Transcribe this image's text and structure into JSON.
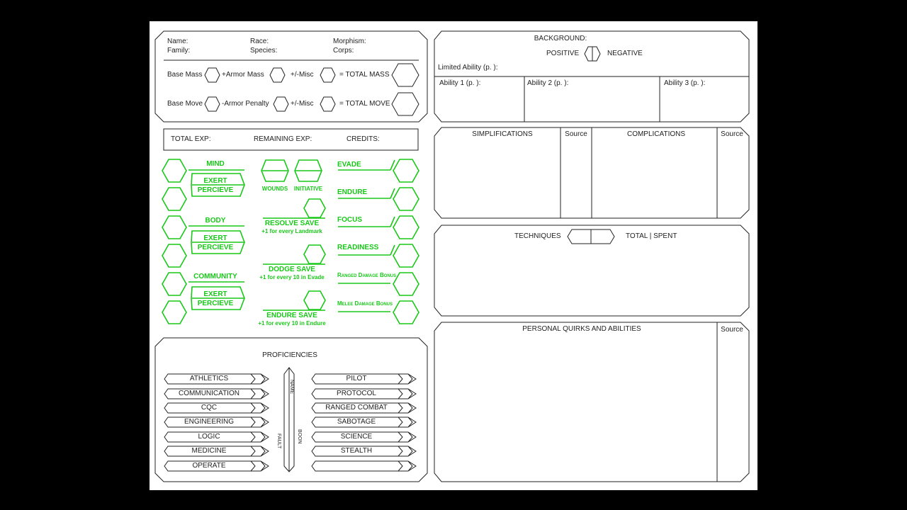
{
  "identity": {
    "name": "Name:",
    "family": "Family:",
    "race": "Race:",
    "species": "Species:",
    "morphism": "Morphism:",
    "corps": "Corps:"
  },
  "mass_row": {
    "base": "Base Mass",
    "armor": "+Armor Mass",
    "misc": "+/-Misc",
    "total": "= TOTAL MASS"
  },
  "move_row": {
    "base": "Base Move",
    "armor": "-Armor Penalty",
    "misc": "+/-Misc",
    "total": "= TOTAL MOVE"
  },
  "exp_bar": {
    "total": "TOTAL EXP:",
    "remaining": "REMAINING EXP:",
    "credits": "CREDITS:"
  },
  "attributes": {
    "mind": "MIND",
    "body": "BODY",
    "community": "COMMUNITY",
    "exert": "EXERT",
    "percieve": "PERCIEVE"
  },
  "center": {
    "wounds": "WOUNDS",
    "initiative": "INITIATIVE",
    "resolve_save": "RESOLVE SAVE",
    "resolve_note": "+1 for every Landmark",
    "dodge_save": "DODGE SAVE",
    "dodge_note": "+1 for every 10 in Evade",
    "endure_save": "ENDURE SAVE",
    "endure_note": "+1 for every 10 in Endure"
  },
  "right_stats": {
    "evade": "EVADE",
    "endure": "ENDURE",
    "focus": "FOCUS",
    "readiness": "READINESS",
    "ranged": "Ranged Damage Bonus",
    "melee": "Melee Damage Bonus"
  },
  "proficiencies": {
    "title": "PROFICIENCIES",
    "left": [
      "ATHLETICS",
      "COMMUNICATION",
      "CQC",
      "ENGINEERING",
      "LOGIC",
      "MEDICINE",
      "OPERATE"
    ],
    "right": [
      "PILOT",
      "PROTOCOL",
      "RANGED COMBAT",
      "SABOTAGE",
      "SCIENCE",
      "STEALTH",
      ""
    ],
    "name_label": "NAME",
    "boon_label": "BOON",
    "fault_label": "FAULT"
  },
  "background": {
    "title": "BACKGROUND:",
    "positive": "POSITIVE",
    "negative": "NEGATIVE",
    "limited": "Limited Ability (p.       ):",
    "ability1": "Ability 1 (p.       ):",
    "ability2": "Ability 2 (p.       ):",
    "ability3": "Ability 3 (p.       ):"
  },
  "simplifications": {
    "title": "SIMPLIFICATIONS",
    "source": "Source"
  },
  "complications": {
    "title": "COMPLICATIONS",
    "source": "Source"
  },
  "techniques": {
    "title": "TECHNIQUES",
    "total_spent": "TOTAL | SPENT"
  },
  "quirks": {
    "title": "PERSONAL QUIRKS AND ABILITIES",
    "source": "Source"
  },
  "colors": {
    "accent": "#18c818",
    "line": "#222222",
    "background": "#000000",
    "paper": "#ffffff"
  }
}
